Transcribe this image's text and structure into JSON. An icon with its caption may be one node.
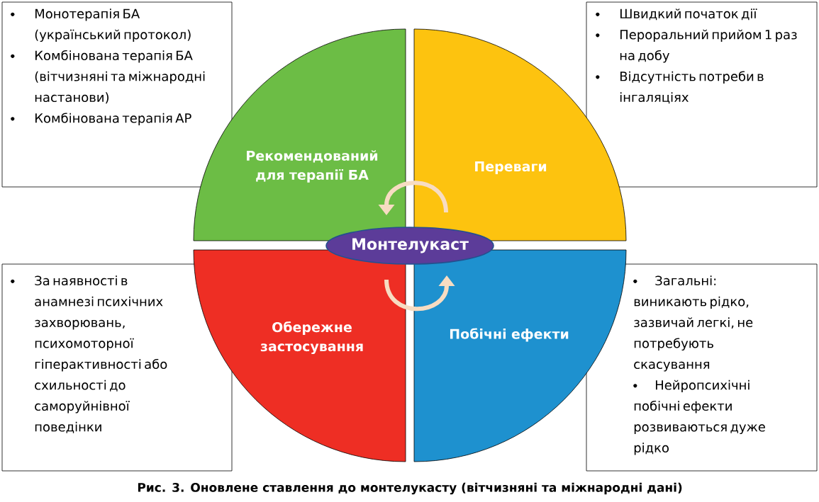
{
  "diagram": {
    "caption": "Рис. 3. Оновлене ставлення до монтелукасту (вітчизняні та міжнародні дані)",
    "nodes": [
      {
        "text": [
          "Монотерапія БА (український протокол)",
          "Комбінована терапія БА (вітчизняні та міжнародні настанови)",
          "Комбінована терапія АР"
        ]
      },
      {
        "text": [
          "Рекомендований для терапії БА"
        ]
      },
      {
        "text": [
          "Переваги"
        ]
      },
      {
        "text": [
          "Швидкий початок дії",
          "Пероральний прийом 1 раз на добу",
          "Відсутність потреби в інгаляціях"
        ]
      },
      {
        "text": [
          "Монтелукаст"
        ]
      },
      {
        "text": [
          "За наявності в анамнезі психічних захворювань, психомоторної гіперактивності або схильності до саморуйнівної поведінки"
        ]
      },
      {
        "text": [
          "Обережне застосування"
        ]
      },
      {
        "text": [
          "Побічні ефекти"
        ]
      },
      {
        "text": [
          "Загальні: виникають рідко, зазвичай легкі, не потребують скасування",
          "Нейропсихічні побічні ефекти розвиваються дуже рідко"
        ]
      }
    ],
    "edges": [
      {
        "from": 2,
        "to": 1,
        "arrow": "to"
      },
      {
        "from": 6,
        "to": 7,
        "arrow": "to"
      }
    ]
  }
}
